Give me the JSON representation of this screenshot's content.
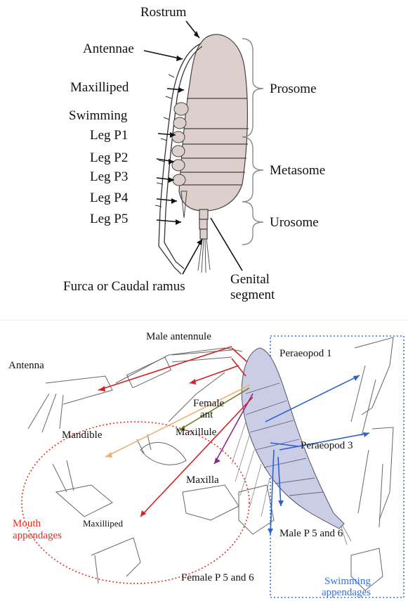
{
  "top_diagram": {
    "labels": {
      "rostrum": "Rostrum",
      "antennae": "Antennae",
      "maxilliped": "Maxilliped",
      "swimming": "Swimming",
      "leg_p1": "Leg P1",
      "leg_p2": "Leg P2",
      "leg_p3": "Leg P3",
      "leg_p4": "Leg P4",
      "leg_p5": "Leg P5",
      "furca": "Furca or Caudal ramus",
      "genital_1": "Genital",
      "genital_2": "segment",
      "prosome": "Prosome",
      "metasome": "Metasome",
      "urosome": "Urosome"
    }
  },
  "bottom_diagram": {
    "labels": {
      "male_antennule": "Male antennule",
      "antenna": "Antenna",
      "female_ant_1": "Female",
      "female_ant_2": "ant",
      "maxillule": "Maxillule",
      "mandible": "Mandible",
      "maxilla": "Maxilla",
      "maxilliped": "Maxilliped",
      "mouth_1": "Mouth",
      "mouth_2": "appendages",
      "peraeopod_1": "Peraeopod 1",
      "peraeopod_3": "Peraeopod 3",
      "male_p56": "Male P 5 and 6",
      "female_p56": "Female P 5 and 6",
      "swimming_1": "Swimming",
      "swimming_2": "appendages"
    },
    "colors": {
      "mouth_group": "#e0301e",
      "swimming_group": "#3b6fd8",
      "body_fill": "#c9cde6",
      "arrow_red": "#d42020",
      "arrow_blue": "#3060d0",
      "arrow_orange": "#f0b070",
      "arrow_olive": "#6b7a1a",
      "arrow_purple": "#8a2a8a"
    }
  },
  "colors": {
    "top_body_fill": "#ddcfcb",
    "ink": "#111111"
  }
}
